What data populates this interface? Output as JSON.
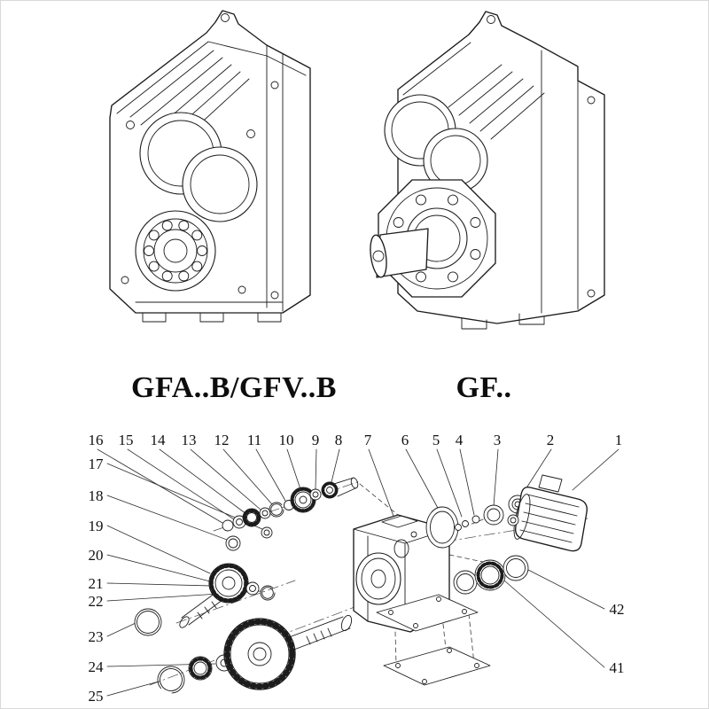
{
  "page": {
    "background": "#ffffff",
    "line_color": "#1c1c1c"
  },
  "models": {
    "left_label": "GFA..B/GFV..B",
    "right_label": "GF.."
  },
  "exploded": {
    "top_row": [
      "16",
      "15",
      "14",
      "13",
      "12",
      "11",
      "10",
      "9",
      "8",
      "7",
      "6",
      "5",
      "4",
      "3",
      "2",
      "1"
    ],
    "left_column": [
      "17",
      "18",
      "19",
      "20",
      "21",
      "22",
      "23",
      "24",
      "25"
    ],
    "right_column": [
      "42",
      "41"
    ]
  }
}
